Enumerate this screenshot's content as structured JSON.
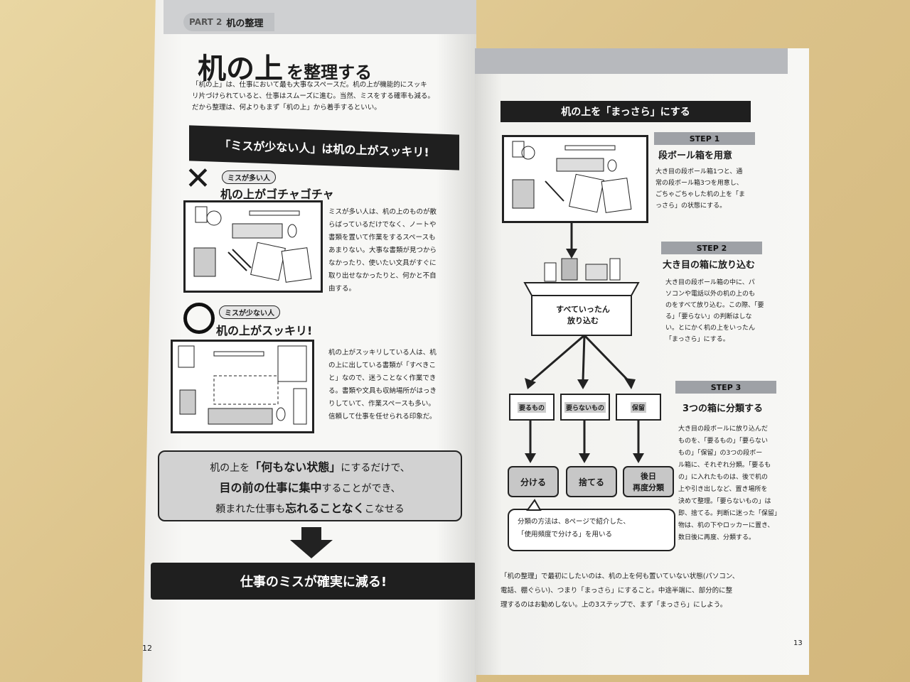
{
  "left": {
    "part_label": "PART 2",
    "section": "机の整理",
    "title_big": "机の上",
    "title_rest": "を整理する",
    "intro": [
      "「机の上」は、仕事において最も大事なスペースだ。机の上が機能的にスッキ",
      "リ片づけられていると、仕事はスムーズに進む。当然、ミスをする確率も減る。",
      "だから整理は、何よりもまず「机の上」から着手するといい。"
    ],
    "banner": "「ミスが少ない人」は机の上がスッキリ!",
    "bad": {
      "mark": "✕",
      "tag": "ミスが多い人",
      "heading": "机の上がゴチャゴチャ",
      "text": [
        "ミスが多い人は、机の上のものが散",
        "らばっているだけでなく、ノートや",
        "書類を置いて作業をするスペースも",
        "あまりない。大事な書類が見つから",
        "なかったり、使いたい文具がすぐに",
        "取り出せなかったりと、何かと不自",
        "由する。"
      ]
    },
    "good": {
      "mark": "○",
      "tag": "ミスが少ない人",
      "heading": "机の上がスッキリ!",
      "text": [
        "机の上がスッキリしている人は、机",
        "の上に出している書類が「すべきこ",
        "と」なので、迷うことなく作業でき",
        "る。書類や文具も収納場所がはっき",
        "りしていて、作業スペースも多い。",
        "信頼して仕事を任せられる印象だ。"
      ]
    },
    "callout": {
      "line1_pre": "机の上を",
      "line1_em": "「何もない状態」",
      "line1_post": "にするだけで、",
      "line2_em1": "目の前の仕事に",
      "line2_em2": "集中",
      "line2_post": "することができ、",
      "line3_pre": "頼まれた仕事も",
      "line3_em": "忘れることなく",
      "line3_post": "こなせる"
    },
    "conclusion": "仕事のミスが確実に減る!",
    "page_number": "12"
  },
  "right": {
    "banner": "机の上を「まっさら」にする",
    "box_caption": [
      "すべていったん",
      "放り込む"
    ],
    "steps": [
      {
        "tab": "STEP 1",
        "title": "段ボール箱を用意",
        "text": [
          "大き目の段ボール箱1つと、通",
          "常の段ボール箱3つを用意し、",
          "ごちゃごちゃした机の上を「ま",
          "っさら」の状態にする。"
        ]
      },
      {
        "tab": "STEP 2",
        "title": "大き目の箱に放り込む",
        "text": [
          "大き目の段ボール箱の中に、パ",
          "ソコンや電話以外の机の上のも",
          "のをすべて放り込む。この際、「要",
          "る」「要らない」の判断はしな",
          "い。とにかく机の上をいったん",
          "「まっさら」にする。"
        ]
      },
      {
        "tab": "STEP 3",
        "title": "3つの箱に分類する",
        "text": [
          "大き目の段ボールに放り込んだ",
          "ものを、「要るもの」「要らない",
          "もの」「保留」の3つの段ボー",
          "ル箱に、それぞれ分類。「要るも",
          "の」に入れたものは、後で机の",
          "上や引き出しなど、置き場所を",
          "決めて整理。「要らないもの」は",
          "即、捨てる。判断に迷った「保留」",
          "物は、机の下やロッカーに置き、",
          "数日後に再度、分類する。"
        ]
      }
    ],
    "boxes": [
      "要るもの",
      "要らないもの",
      "保留"
    ],
    "actions": [
      "分ける",
      "捨てる",
      "後日\n再度分類"
    ],
    "speech": [
      "分類の方法は、8ページで紹介した、",
      "「使用頻度で分ける」を用いる"
    ],
    "footer": [
      "「机の整理」で最初にしたいのは、机の上を何も置いていない状態(パソコン、",
      "電話、棚ぐらい)、つまり「まっさら」にすること。中途半端に、部分的に整",
      "理するのはお勧めしない。上の3ステップで、まず「まっさら」にしよう。"
    ],
    "page_number": "13"
  }
}
